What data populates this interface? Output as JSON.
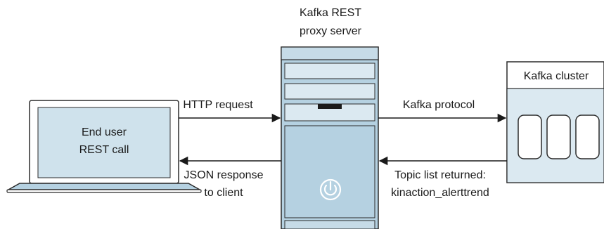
{
  "proxy": {
    "label_line1": "Kafka REST",
    "label_line2": "proxy server",
    "power_icon": "power-icon"
  },
  "laptop": {
    "screen_line1": "End user",
    "screen_line2": "REST call"
  },
  "cluster": {
    "title": "Kafka cluster"
  },
  "arrows": {
    "http_request": "HTTP request",
    "json_response_line1": "JSON response",
    "json_response_line2": "to client",
    "kafka_protocol": "Kafka protocol",
    "topic_list_line1": "Topic list returned:",
    "topic_list_line2": "kinaction_alerttrend"
  },
  "colors": {
    "fill": "#dbe9f1",
    "fill_dark": "#b5d1e1",
    "stroke": "#2b2b2b",
    "arrow": "#1a1a1a"
  }
}
